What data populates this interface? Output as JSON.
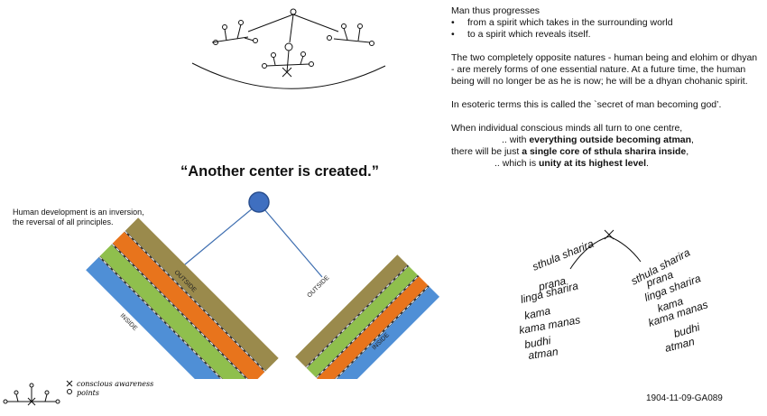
{
  "text_block": {
    "intro": "Man thus progresses",
    "bullets": [
      "from a spirit which takes in the surrounding world",
      "to a spirit which reveals itself."
    ],
    "para1": "The two completely opposite natures - human being and elohim or dhyan - are merely forms of one essential nature. At a future time, the human being will no longer be as he is now; he will be a dhyan chohanic spirit.",
    "para2": "In esoteric terms this is called the `secret of man becoming god’.",
    "line1": "When individual conscious minds all turn to one centre,",
    "line2_pre": ".. with ",
    "line2_bold": "everything outside becoming atman",
    "line2_post": ",",
    "line3_pre": "there will be just ",
    "line3_bold": "a single core of sthula sharira inside",
    "line3_post": ",",
    "line4_pre": ".. which is ",
    "line4_bold": "unity at its highest level",
    "line4_post": "."
  },
  "headline": "“Another center is created.”",
  "left_note": {
    "line1": "Human development is an inversion,",
    "line2": "the reversal of all principles."
  },
  "diagram_labels": {
    "outside": "OUTSIDE",
    "inside": "INSIDE"
  },
  "legend": {
    "x_label": "conscious awareness",
    "o_label": "points"
  },
  "handwritten_left": [
    "sthula sharira",
    "prana",
    "linga sharira",
    "kama",
    "kama manas",
    "budhi",
    "atman"
  ],
  "handwritten_right": [
    "sthula sharira",
    "prana",
    "linga sharira",
    "kama",
    "kama manas",
    "budhi",
    "atman"
  ],
  "code": "1904-11-09-GA089",
  "colors": {
    "olive": "#9a8a4c",
    "orange": "#e8741c",
    "green": "#8fbf4d",
    "blue": "#4f8fd6",
    "node": "#3f6fc0",
    "line": "#3e6eb0"
  }
}
